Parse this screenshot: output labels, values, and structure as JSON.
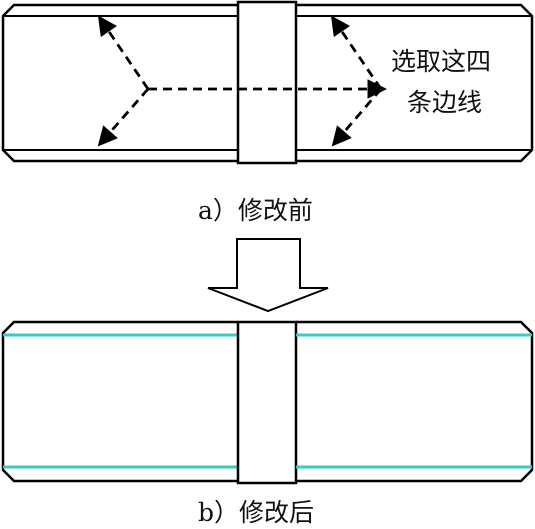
{
  "figure_before": {
    "caption": "a）修改前",
    "annotation_line1": "选取这四",
    "annotation_line2": "条边线"
  },
  "figure_after": {
    "caption": "b）修改后"
  },
  "colors": {
    "outline": "#000000",
    "selected_edge": "#33cccc",
    "background": "#ffffff"
  }
}
